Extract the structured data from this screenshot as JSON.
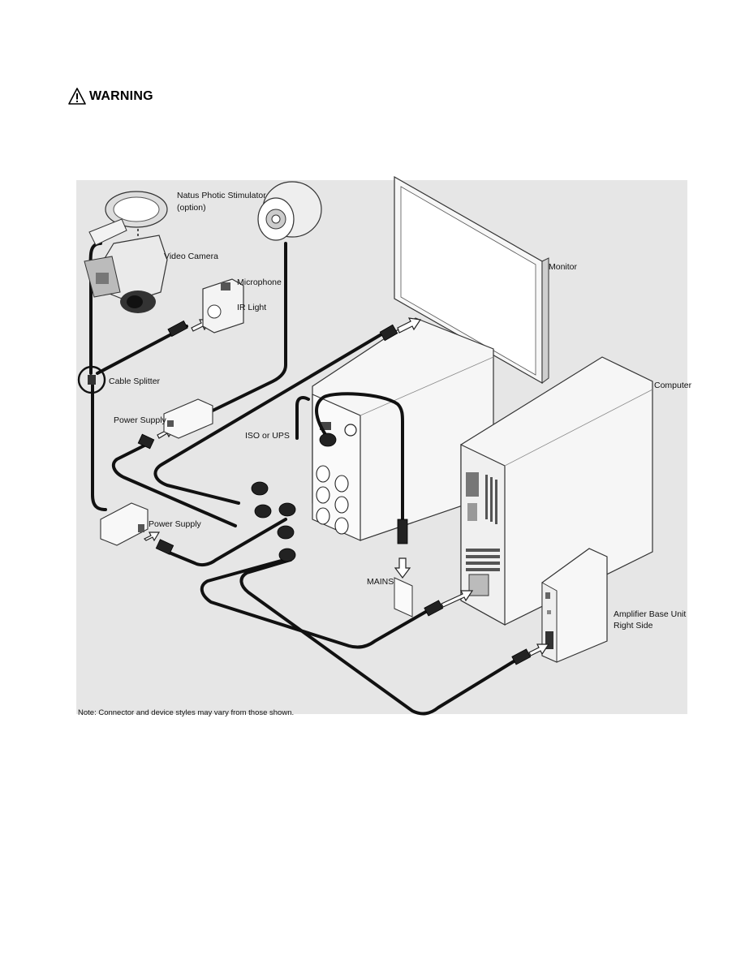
{
  "warning": {
    "title": "WARNING",
    "icon": "warning-triangle-icon"
  },
  "labels": {
    "photic_stimulator": "Natus Photic Stimulator",
    "photic_option": "(option)",
    "video_camera": "Video Camera",
    "microphone": "Microphone",
    "ir_light": "IR Light",
    "cable_splitter": "Cable Splitter",
    "power_supply_1": "Power Supply",
    "power_supply_2": "Power Supply",
    "iso_ups": "ISO or UPS",
    "mains": "MAINS",
    "monitor": "Monitor",
    "computer": "Computer",
    "amplifier_line1": "Amplifier Base Unit",
    "amplifier_line2": "Right Side"
  },
  "note": "Note: Connector and device styles may vary from those shown.",
  "colors": {
    "panel_bg": "#e6e6e6",
    "cable": "#111111",
    "device_fill": "#f4f4f4",
    "device_stroke": "#333333"
  }
}
